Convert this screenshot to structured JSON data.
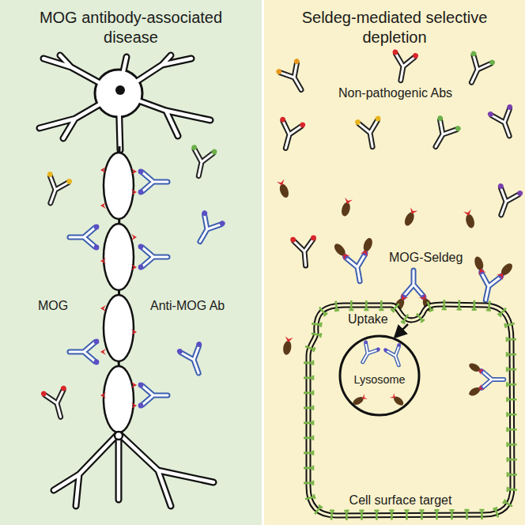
{
  "diagram": {
    "nodes": [
      {
        "text": [
          "MOG antibody-associated disease"
        ]
      },
      {
        "text": [
          "Seldeg-mediated selective depletion"
        ]
      },
      {
        "text": [
          "Cell surface target"
        ],
        "in": 1
      },
      {
        "text": [
          "Lysosome"
        ],
        "in": 2
      }
    ],
    "labels": [
      "MOG",
      "Anti-MOG Ab",
      "Non-pathogenic Abs",
      "MOG-Seldeg",
      "Uptake"
    ]
  }
}
